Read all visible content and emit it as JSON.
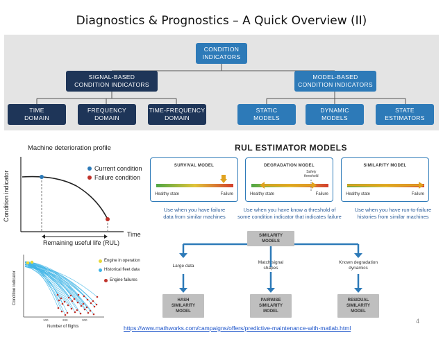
{
  "slide": {
    "title": "Diagnostics & Prognostics – A Quick Overview (II)",
    "page_number": "4",
    "url": "https://www.mathworks.com/campaigns/offers/predictive-maintenance-with-matlab.html"
  },
  "tree": {
    "root": "CONDITION\nINDICATORS",
    "signal": "SIGNAL-BASED\nCONDITION INDICATORS",
    "model": "MODEL-BASED\nCONDITION INDICATORS",
    "time": "TIME\nDOMAIN",
    "frequency": "FREQUENCY\nDOMAIN",
    "time_frequency": "TIME-FREQUENCY\nDOMAIN",
    "static": "STATIC\nMODELS",
    "dynamic": "DYNAMIC\nMODELS",
    "state": "STATE\nESTIMATORS",
    "colors": {
      "dark": "#1e3558",
      "light": "#2d7ab8",
      "panel": "#e4e4e4"
    }
  },
  "deterioration": {
    "title": "Machine deterioration profile",
    "ylabel": "Condition indicator",
    "xlabel": "Time",
    "rul_label": "Remaining useful life (RUL)",
    "legend_current": "Current condition",
    "legend_failure": "Failure condition",
    "colors": {
      "current": "#2d7ab8",
      "failure": "#c0322a"
    }
  },
  "fleet_plot": {
    "ylabel": "Condition indicator",
    "xlabel": "Number of flights",
    "ticks": [
      "100",
      "200",
      "300"
    ],
    "legend": [
      "Engine in operation",
      "Historical fleet data",
      "Engine failures"
    ],
    "colors": {
      "operation": "#e6d83a",
      "fleet": "#3fb4e6",
      "failure": "#c0322a"
    }
  },
  "rul": {
    "title": "RUL ESTIMATOR MODELS",
    "models": [
      {
        "name": "SURVIVAL MODEL",
        "left": "Healthy state",
        "right": "Failure",
        "use": "Use when you have failure\ndata from similar machines"
      },
      {
        "name": "DEGRADATION MODEL",
        "left": "Healthy state",
        "right": "Failure",
        "extra": "Safety\nthreshold",
        "use": "Use when you have know a threshold of\nsome condition indicator that indicates failure"
      },
      {
        "name": "SIMILARITY MODEL",
        "left": "Healthy state",
        "right": "Failure",
        "use": "Use when you have run-to-failure\nhistories from similar machines"
      }
    ]
  },
  "similarity": {
    "root": "SIMILARITY\nMODELS",
    "branches": [
      "Large data",
      "Match signal\nshapes",
      "Known degradation\ndynamics"
    ],
    "leaves": [
      "HASH\nSIMILARITY\nMODEL",
      "PAIRWISE\nSIMILARITY\nMODEL",
      "RESIDUAL\nSIMILARITY\nMODEL"
    ]
  }
}
